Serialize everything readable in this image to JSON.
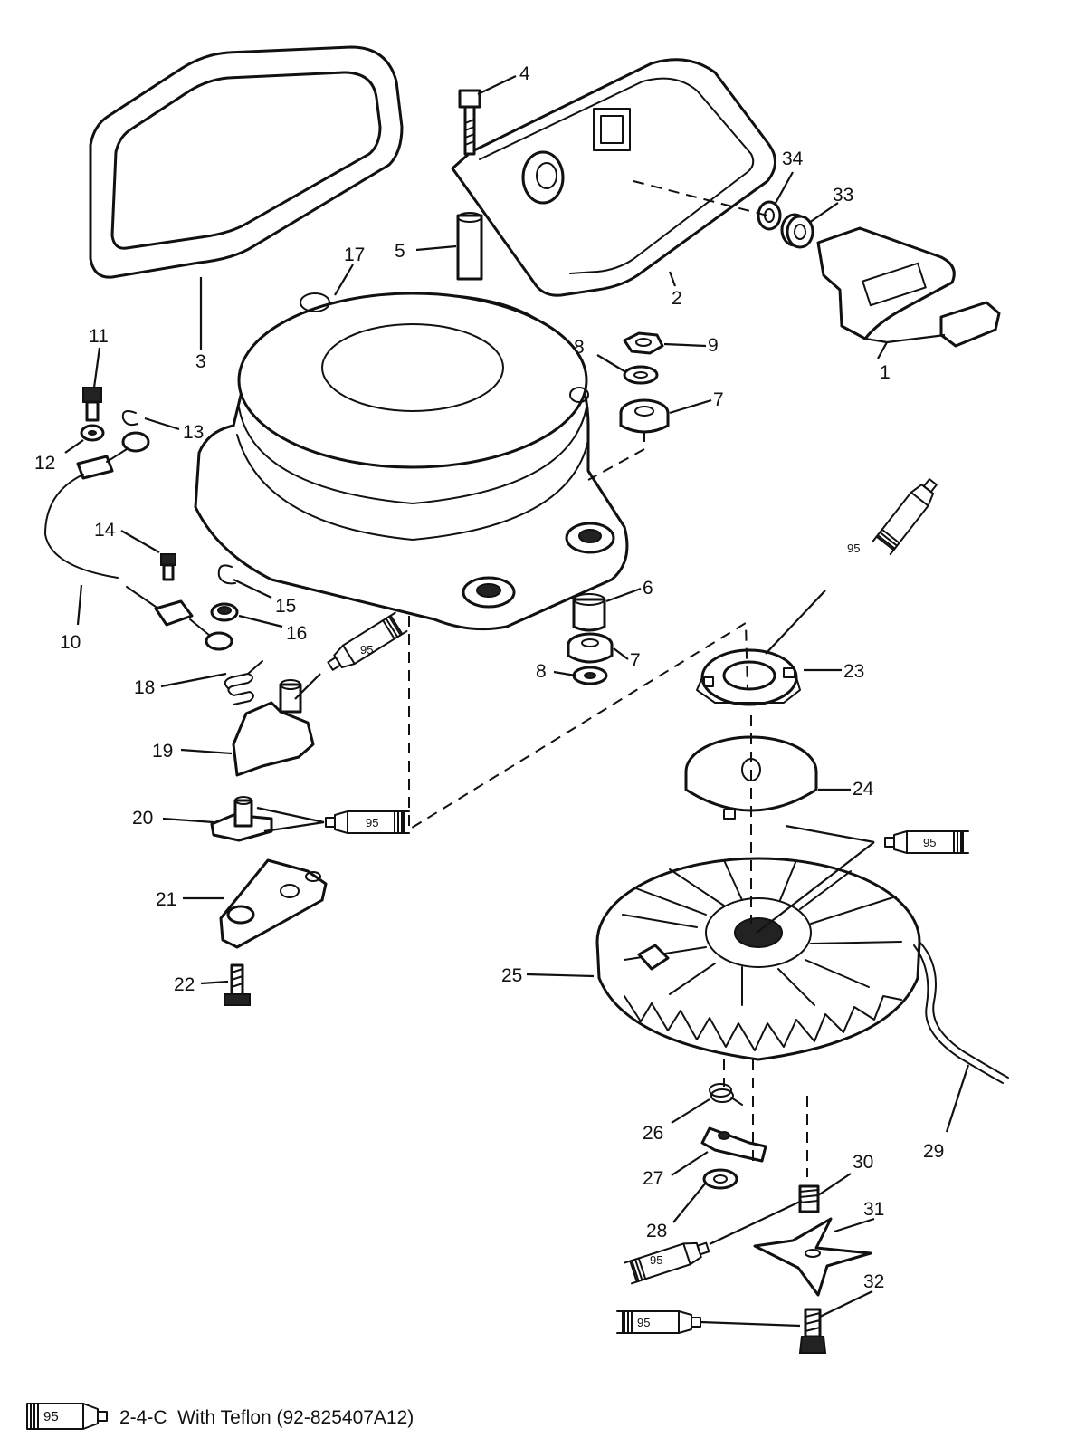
{
  "diagram": {
    "callouts": {
      "c1": "1",
      "c2": "2",
      "c3": "3",
      "c4": "4",
      "c5": "5",
      "c6": "6",
      "c7a": "7",
      "c7b": "7",
      "c8a": "8",
      "c8b": "8",
      "c9": "9",
      "c10": "10",
      "c11": "11",
      "c12": "12",
      "c13": "13",
      "c14": "14",
      "c15": "15",
      "c16": "16",
      "c17": "17",
      "c18": "18",
      "c19": "19",
      "c20": "20",
      "c21": "21",
      "c22": "22",
      "c23": "23",
      "c24": "24",
      "c25": "25",
      "c26": "26",
      "c27": "27",
      "c28": "28",
      "c29": "29",
      "c30": "30",
      "c31": "31",
      "c32": "32",
      "c33": "33",
      "c34": "34"
    },
    "lubricant_tube_label": "95",
    "legend": {
      "tube_label": "95",
      "text": "2-4-C  With Teflon (92-825407A12)"
    }
  }
}
